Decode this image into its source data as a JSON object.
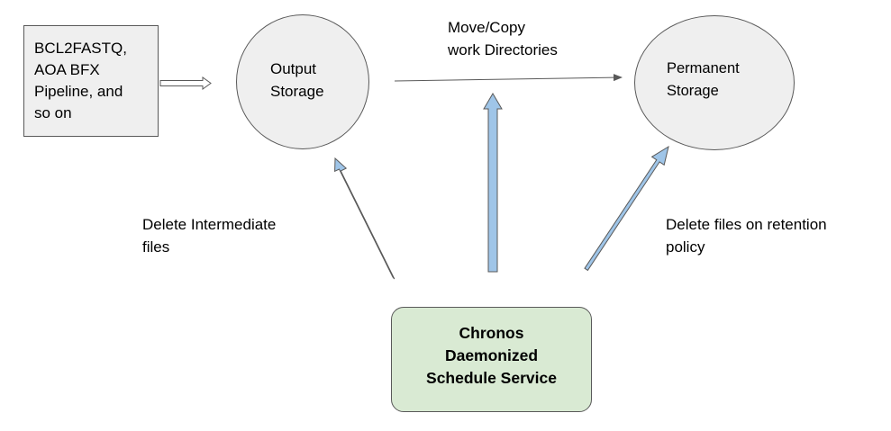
{
  "nodes": {
    "source": "BCL2FASTQ,\nAOA BFX\nPipeline, and\nso on",
    "output_storage": "Output\nStorage",
    "permanent_storage": "Permanent\nStorage",
    "service": "Chronos\nDaemonized\nSchedule Service"
  },
  "edges": {
    "move_copy": "Move/Copy\nwork Directories",
    "delete_intermediate": "Delete Intermediate\nfiles",
    "delete_retention": "Delete files on retention\npolicy"
  },
  "colors": {
    "node_fill": "#efefef",
    "node_stroke": "#595959",
    "service_fill": "#d9ead3",
    "arrow_blue": "#9fc5e8",
    "arrow_stroke": "#595959",
    "arrow_white": "#ffffff"
  }
}
